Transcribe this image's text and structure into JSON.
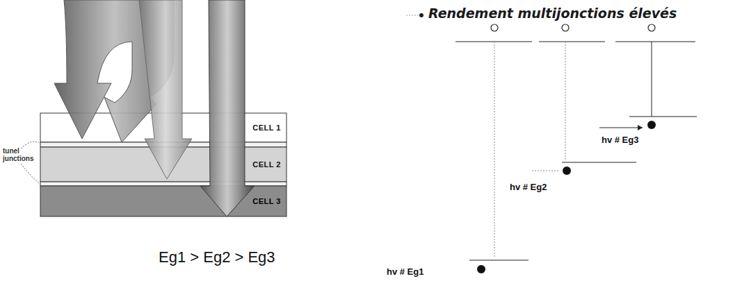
{
  "diagram": {
    "title": "Rendement multijonctions élevés",
    "nodes": [
      {
        "text": [
          "CELL 1"
        ]
      },
      {
        "text": [
          "CELL 2"
        ]
      },
      {
        "text": [
          "CELL 3"
        ]
      }
    ],
    "labels": [
      "tunel junctions",
      "Eg1 > Eg2 > Eg3",
      "hv # Eg1",
      "hv # Eg2",
      "hv # Eg3"
    ]
  }
}
